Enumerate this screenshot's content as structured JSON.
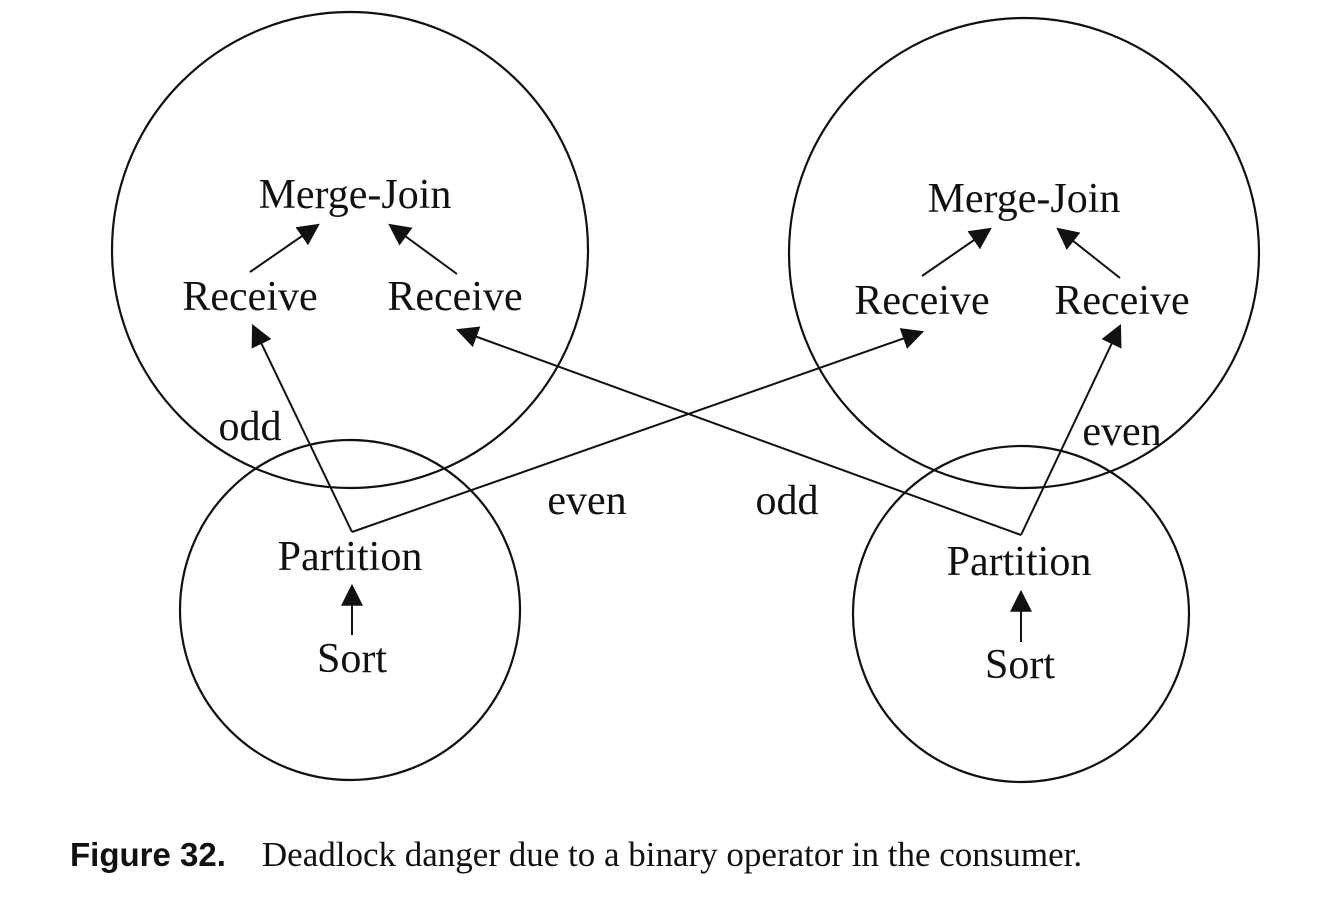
{
  "diagram": {
    "left_group": {
      "merge_join": "Merge-Join",
      "receive_1": "Receive",
      "receive_2": "Receive",
      "partition": "Partition",
      "sort": "Sort",
      "edge_label_odd": "odd",
      "edge_label_even": "even"
    },
    "right_group": {
      "merge_join": "Merge-Join",
      "receive_1": "Receive",
      "receive_2": "Receive",
      "partition": "Partition",
      "sort": "Sort",
      "edge_label_odd": "odd",
      "edge_label_even": "even"
    }
  },
  "caption": {
    "figure_number": "Figure 32.",
    "text": "Deadlock danger due to a binary operator in the consumer."
  }
}
